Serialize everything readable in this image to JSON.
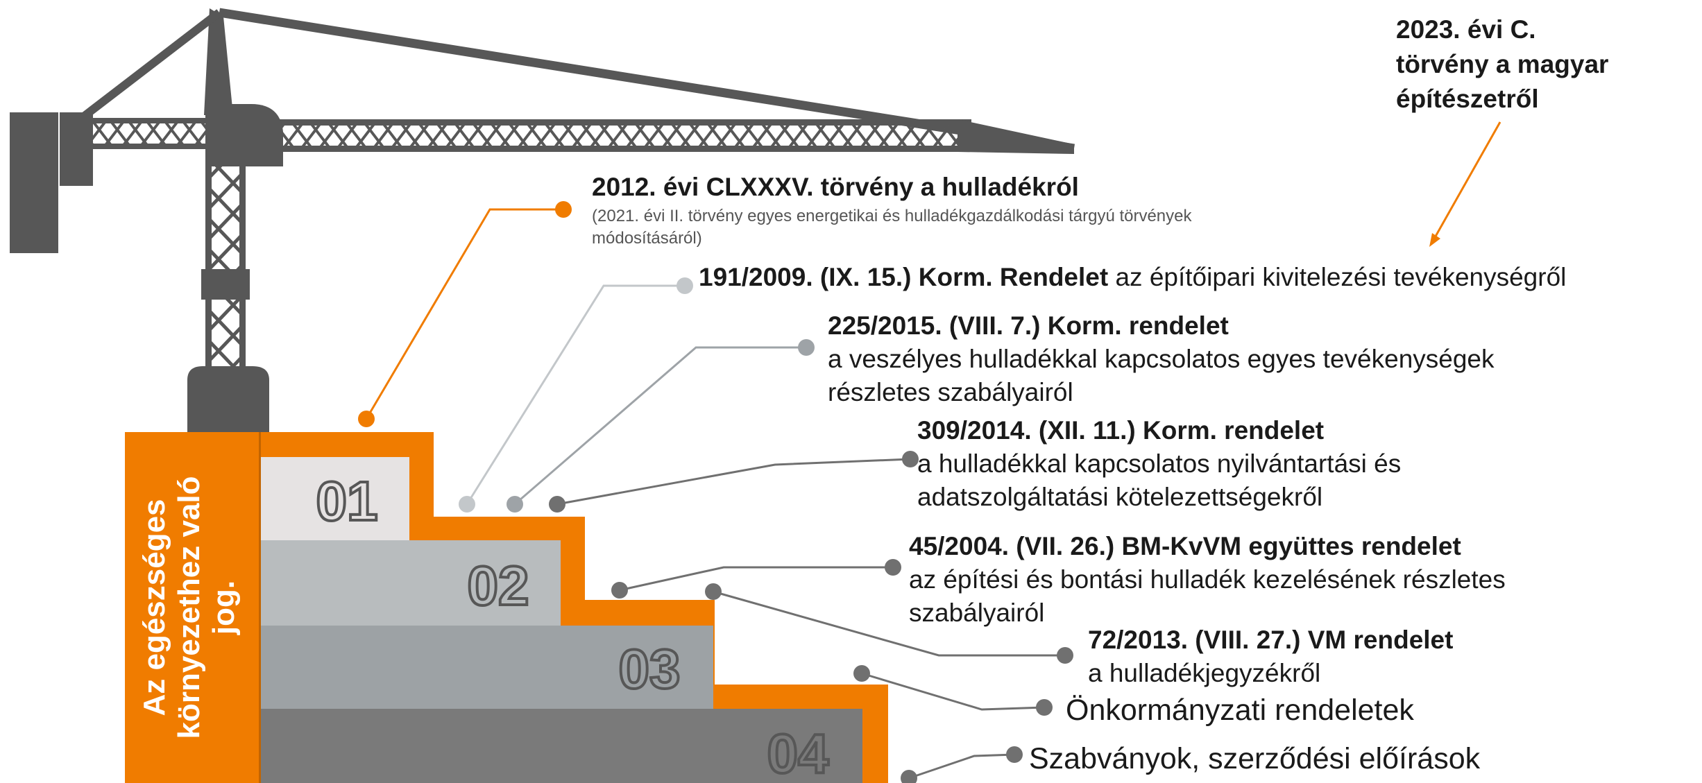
{
  "colors": {
    "orange": "#f07c00",
    "crane": "#575757",
    "step1": "#e6e3e3",
    "step2": "#b8bcbe",
    "step3": "#9da2a5",
    "step4": "#7a7a7a",
    "lineGray": "#9ea3a7",
    "lineDark": "#707070",
    "text": "#1a1a1a"
  },
  "steps": {
    "s1": "01",
    "s2": "02",
    "s3": "03",
    "s4": "04"
  },
  "foundation_text": [
    "Az egészséges",
    "környezethez való",
    "jog."
  ],
  "laws": {
    "top": [
      "2023. évi C.",
      "törvény a magyar",
      "építészetről"
    ],
    "waste": {
      "title": "2012. évi CLXXXV. törvény a hulladékról",
      "note_line1": "(2021. évi II. törvény egyes energetikai és hulladékgazdálkodási tárgyú törvények",
      "note_line2": "módosításáról)"
    },
    "construction": {
      "title": "191/2009. (IX. 15.) Korm. Rendelet",
      "rest": " az építőipari kivitelezési tevékenységről"
    },
    "hazardous": {
      "title": "225/2015. (VIII. 7.) Korm. rendelet",
      "line2": "a veszélyes hulladékkal kapcsolatos egyes tevékenységek",
      "line3": "részletes szabályairól"
    },
    "records": {
      "title": "309/2014. (XII. 11.) Korm. rendelet",
      "line2": "a hulladékkal kapcsolatos nyilvántartási és",
      "line3": "adatszolgáltatási kötelezettségekről"
    },
    "demolition": {
      "title": "45/2004. (VII. 26.) BM-KvVM együttes rendelet",
      "line2": "az építési és bontási hulladék kezelésének részletes",
      "line3": "szabályairól"
    },
    "catalogue": {
      "title": "72/2013. (VIII. 27.) VM rendelet",
      "line2": "a hulladékjegyzékről"
    },
    "municipal": "Önkormányzati rendeletek",
    "standards": "Szabványok, szerződési előírások"
  }
}
